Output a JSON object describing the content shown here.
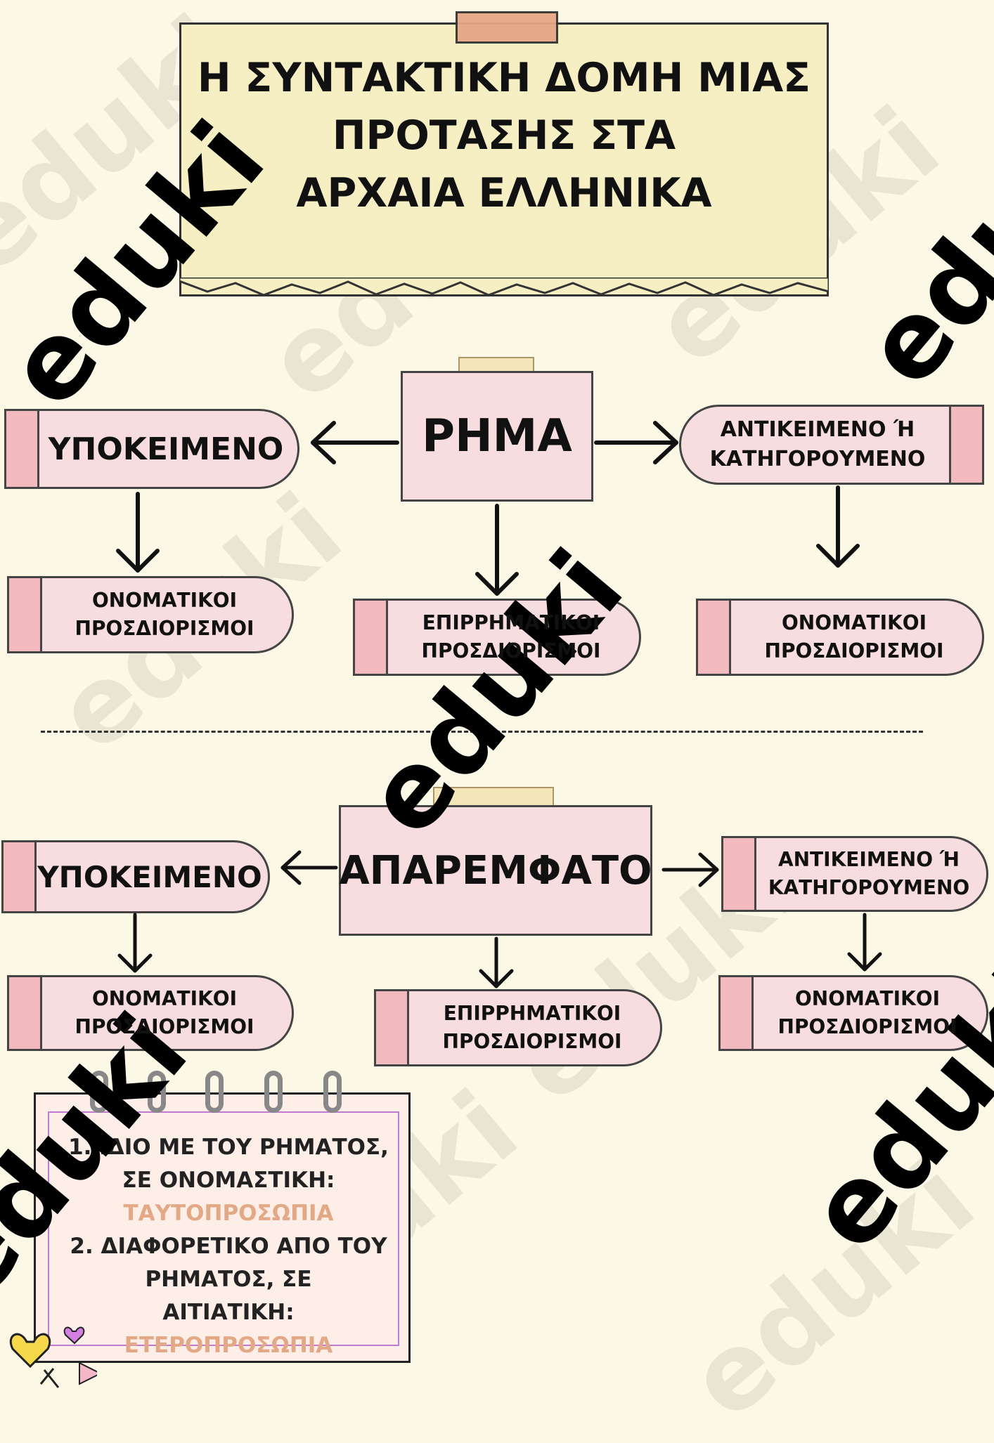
{
  "title": {
    "line1": "Η ΣΥΝΤΑΚΤΙΚΗ ΔΟΜΗ ΜΙΑΣ",
    "line2": "ΠΡΟΤΑΣΗΣ ΣΤΑ",
    "line3": "ΑΡΧΑΙΑ ΕΛΛΗΝΙΚΑ"
  },
  "section1": {
    "center": "ΡΗΜΑ",
    "left": "ΥΠΟΚΕΙΜΕΝΟ",
    "right_line1": "ΑΝΤΙΚΕΙΜΕΝΟ Ή",
    "right_line2": "ΚΑΤΗΓΟΡΟΥΜΕΝΟ",
    "left_child_line1": "ΟΝΟΜΑΤΙΚΟΙ",
    "left_child_line2": "ΠΡΟΣΔΙΟΡΙΣΜΟΙ",
    "center_child_line1": "ΕΠΙΡΡΗΜΑΤΙΚΟΙ",
    "center_child_line2": "ΠΡΟΣΔΙΟΡΙΣΜΟΙ",
    "right_child_line1": "ΟΝΟΜΑΤΙΚΟΙ",
    "right_child_line2": "ΠΡΟΣΔΙΟΡΙΣΜΟΙ"
  },
  "section2": {
    "center": "ΑΠΑΡΕΜΦΑΤΟ",
    "left": "ΥΠΟΚΕΙΜΕΝΟ",
    "right_line1": "ΑΝΤΙΚΕΙΜΕΝΟ Ή",
    "right_line2": "ΚΑΤΗΓΟΡΟΥΜΕΝΟ",
    "left_child_line1": "ΟΝΟΜΑΤΙΚΟΙ",
    "left_child_line2": "ΠΡΟΣΔΙΟΡΙΣΜΟΙ",
    "center_child_line1": "ΕΠΙΡΡΗΜΑΤΙΚΟΙ",
    "center_child_line2": "ΠΡΟΣΔΙΟΡΙΣΜΟΙ",
    "right_child_line1": "ΟΝΟΜΑΤΙΚΟΙ",
    "right_child_line2": "ΠΡΟΣΔΙΟΡΙΣΜΟΙ"
  },
  "note": {
    "item1_line1": "1. ΙΔΙΟ ΜΕ ΤΟΥ ΡΗΜΑΤΟΣ,",
    "item1_line2": "ΣΕ ΟΝΟΜΑΣΤΙΚΗ:",
    "item1_term": "ΤΑΥΤΟΠΡΟΣΩΠΙΑ",
    "item2_line1": "2. ΔΙΑΦΟΡΕΤΙΚΟ ΑΠΟ ΤΟΥ",
    "item2_line2": "ΡΗΜΑΤΟΣ, ΣΕ",
    "item2_line3": "ΑΙΤΙΑΤΙΚΗ:",
    "item2_term": "ΕΤΕΡΟΠΡΟΣΩΠΙΑ"
  },
  "watermark": "eduki",
  "colors": {
    "background": "#fbf8e6",
    "box_fill": "#f8dde0",
    "stripe": "#f2b9bf",
    "title_fill": "#f7efc4",
    "accent_term": "#e3a987"
  }
}
